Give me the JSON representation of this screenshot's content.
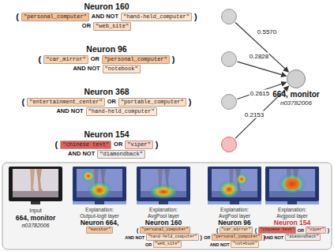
{
  "diagram": {
    "nodes": [
      {
        "text": [
          "Neuron 160",
          "(",
          "\"personal_computer\"",
          "AND NOT",
          "\"hand-held_computer\"",
          ")",
          "OR",
          "\"web_site\""
        ]
      },
      {
        "text": [
          "Neuron 96",
          "(",
          "\"car_mirror\"",
          "OR",
          "\"personal_computer\"",
          ")",
          "AND NOT",
          "\"notebook\""
        ]
      },
      {
        "text": [
          "Neuron 368",
          "(",
          "\"entertainment_center\"",
          "OR",
          "\"portable_computer\"",
          ")",
          "AND NOT",
          "\"hand-held_computer\""
        ]
      },
      {
        "text": [
          "Neuron 154",
          "(",
          "\"chinese text\"",
          "OR",
          "\"viper\"",
          ")",
          "AND NOT",
          "\"diamondback\""
        ]
      },
      {
        "text": [
          "664, monitor",
          "n03782006"
        ]
      }
    ],
    "edges": [
      {
        "from": 0,
        "to": 4,
        "label": "0.5570",
        "arrow": "to"
      },
      {
        "from": 1,
        "to": 4,
        "label": "0.2828",
        "arrow": "to"
      },
      {
        "from": 2,
        "to": 4,
        "label": "0.2615",
        "arrow": "to"
      },
      {
        "from": 3,
        "to": 4,
        "label": "0.2153",
        "arrow": "to"
      }
    ],
    "labels": [
      "Input",
      "664, monitor",
      "n03782006",
      "Explanation: Output-logit layer",
      "Neuron 664,",
      "\"monitor\"",
      "Explanation: AvgPool layer",
      "Neuron 160",
      "(",
      "\"personal_computer\"",
      "AND NOT",
      "\"hand-held_computer\"",
      ")",
      "OR",
      "\"web_site\"",
      "Explanation: AvgPool layer",
      "Neuron 96",
      "(",
      "\"car_mirror\"",
      "OR",
      "\"personal_computer\"",
      ")",
      "AND NOT",
      "\"notebook\"",
      "Explanation: Avgpool layer",
      "Neuron 154",
      "(",
      "\"chinese text\"",
      "OR",
      "\"viper\"",
      ")",
      "AND NOT",
      "\"diamondback\""
    ]
  }
}
